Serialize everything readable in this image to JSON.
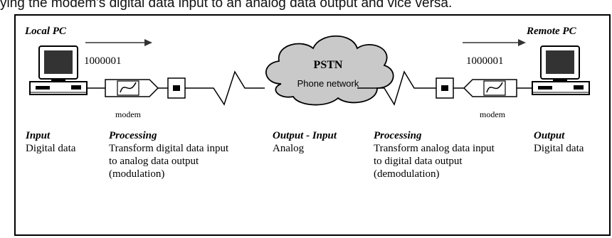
{
  "header_text": "ying the modem's digital data input to an analog data output and vice versa.",
  "diagram": {
    "local_pc_label": "Local PC",
    "remote_pc_label": "Remote PC",
    "bits_left": "1000001",
    "bits_right": "1000001",
    "cloud_title": "PSTN",
    "cloud_subtitle": "Phone network",
    "modem_left_label": "modem",
    "modem_right_label": "modem"
  },
  "captions": {
    "input": {
      "title": "Input",
      "lines": [
        "Digital data"
      ]
    },
    "processing_left": {
      "title": "Processing",
      "lines": [
        "Transform digital data input",
        "to analog data output",
        "(modulation)"
      ]
    },
    "output_input": {
      "title": "Output - Input",
      "lines": [
        "Analog"
      ]
    },
    "processing_right": {
      "title": "Processing",
      "lines": [
        "Transform analog data input",
        "to digital data output",
        "(demodulation)"
      ]
    },
    "output": {
      "title": "Output",
      "lines": [
        "Digital data"
      ]
    }
  }
}
